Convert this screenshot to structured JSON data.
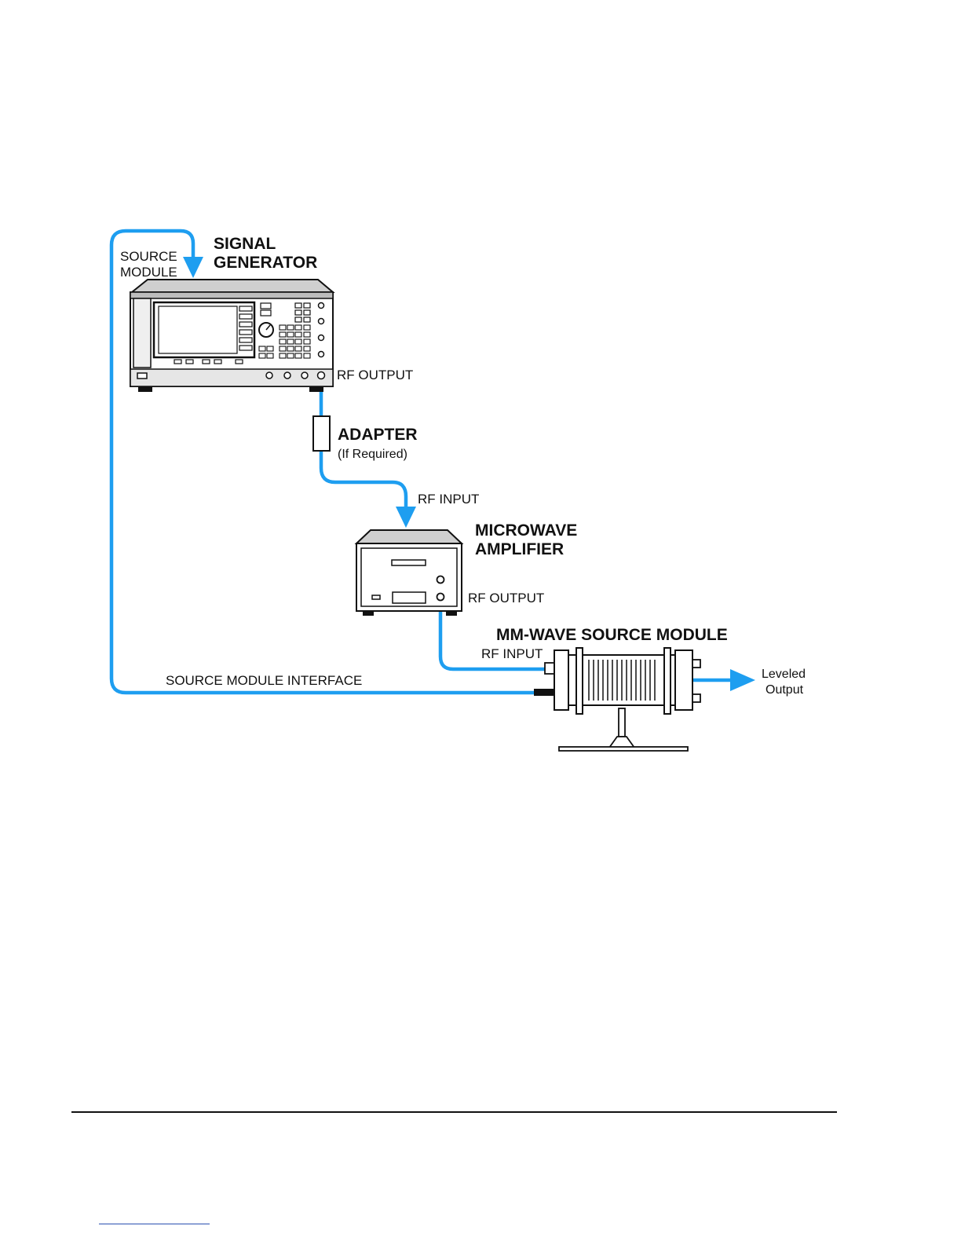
{
  "diagram": {
    "labels": {
      "source_module": [
        "SOURCE",
        "MODULE"
      ],
      "signal_generator": [
        "SIGNAL",
        "GENERATOR"
      ],
      "sg_rf_output": "RF OUTPUT",
      "adapter": "ADAPTER",
      "adapter_note": "(If Required)",
      "amp_rf_input": "RF INPUT",
      "microwave_amplifier": [
        "MICROWAVE",
        "AMPLIFIER"
      ],
      "amp_rf_output": "RF OUTPUT",
      "mm_wave_source_module": "MM-WAVE SOURCE MODULE",
      "module_rf_input": "RF INPUT",
      "source_module_interface": "SOURCE MODULE INTERFACE",
      "leveled_output": [
        "Leveled",
        "Output"
      ]
    },
    "colors": {
      "cable": "#1e9ef0",
      "ink": "#111111",
      "panel_gray": "#d9d9d9"
    }
  }
}
